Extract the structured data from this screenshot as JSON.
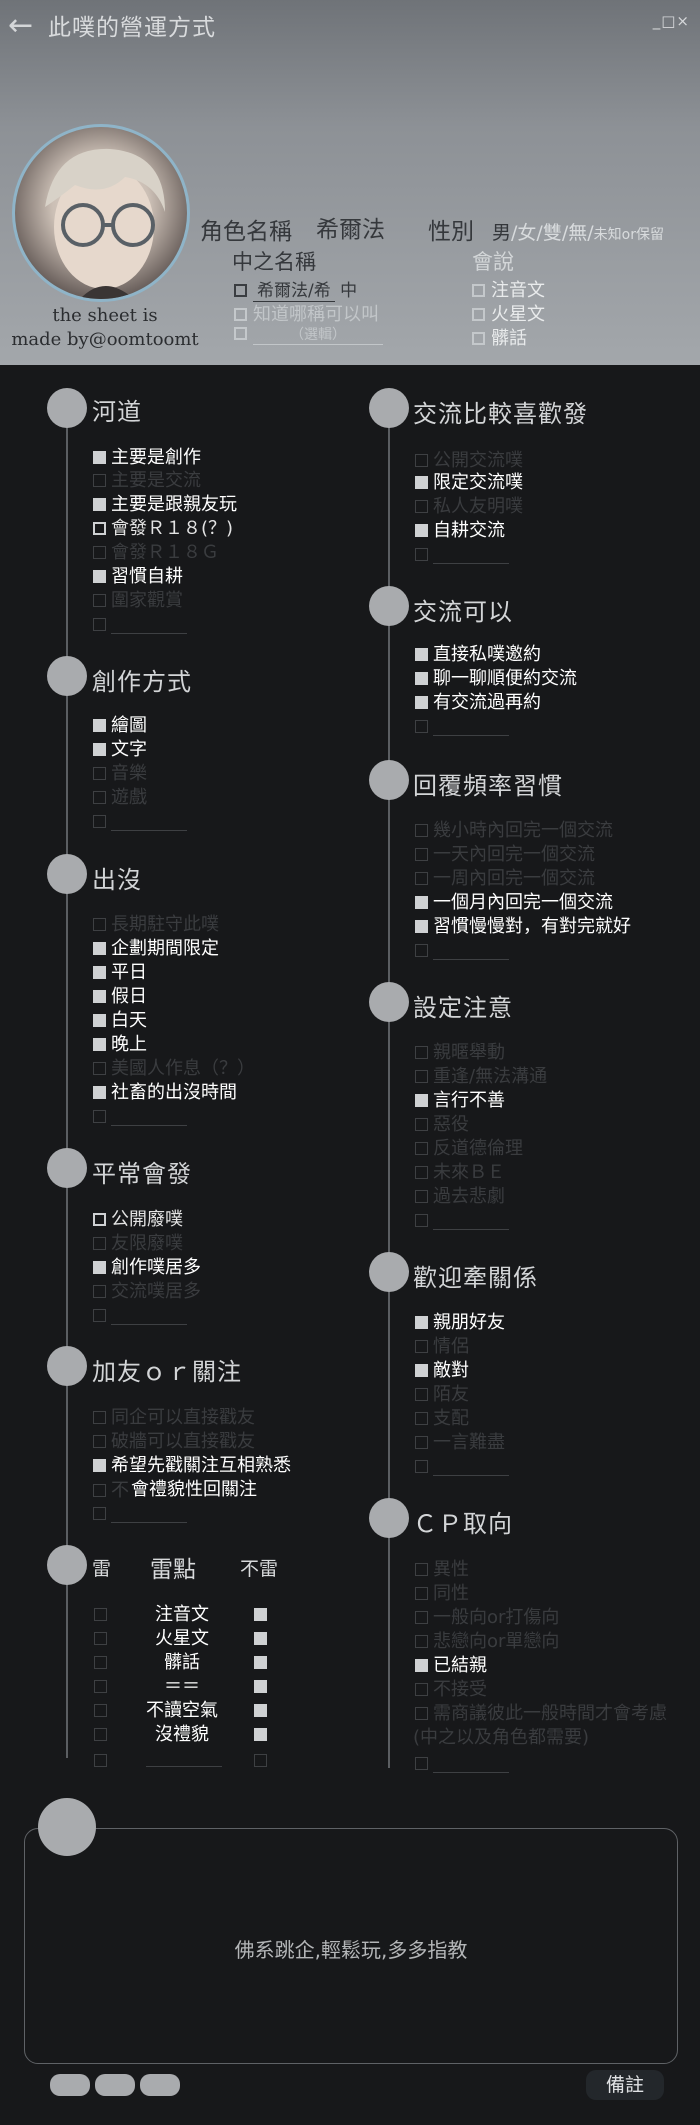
{
  "header": {
    "title": "此噗的營運方式",
    "back_icon": "←",
    "window_controls": "_□×",
    "credit_line1": "the sheet is",
    "credit_line2": "made by@oomtoomt",
    "role_label": "角色名稱",
    "role_value": "希爾法",
    "gender_label": "性別",
    "gender_selected": "男",
    "gender_options": "/女/雙/無/",
    "gender_unknown": "未知or保留",
    "zhong_label": "中之名稱",
    "zhong_value": "希爾法/希",
    "zhong_suffix": "中",
    "zhong_know": "知道哪稱可以叫",
    "zhong_note": "（選輯）",
    "skill_label": "會說",
    "skill_items": [
      "注音文",
      "火星文",
      "髒話"
    ]
  },
  "sections": {
    "hedao": {
      "title": "河道",
      "items": [
        "主要是創作",
        "主要是交流",
        "主要是跟親友玩",
        "會發Ｒ１８(？)",
        "會發Ｒ１８Ｇ",
        "習慣自耕",
        "圍家觀賞"
      ]
    },
    "chuangzuo": {
      "title": "創作方式",
      "items": [
        "繪圖",
        "文字",
        "音樂",
        "遊戲"
      ]
    },
    "chumo": {
      "title": "出沒",
      "items": [
        "長期駐守此噗",
        "企劃期間限定",
        "平日",
        "假日",
        "白天",
        "晚上",
        "美國人作息（？）",
        "社畜的出沒時間"
      ]
    },
    "pingchang": {
      "title": "平常會發",
      "items": [
        "公開廢噗",
        "友限廢噗",
        "創作噗居多",
        "交流噗居多"
      ]
    },
    "jiayou": {
      "title": "加友ｏｒ關注",
      "items": [
        "同企可以直接戳友",
        "破牆可以直接戳友",
        "希望先戳關注互相熟悉",
        "會禮貌性回關注",
        "不"
      ]
    },
    "jiaoliu_like": {
      "title": "交流比較喜歡發",
      "items": [
        "公開交流噗",
        "限定交流噗",
        "私人友明噗",
        "自耕交流"
      ]
    },
    "jiaoliu_ok": {
      "title": "交流可以",
      "items": [
        "直接私噗邀約",
        "聊一聊順便約交流",
        "有交流過再約"
      ]
    },
    "huifu": {
      "title": "回覆頻率習慣",
      "items": [
        "幾小時內回完一個交流",
        "一天內回完一個交流",
        "一周內回完一個交流",
        "一個月內回完一個交流",
        "習慣慢慢對，有對完就好"
      ]
    },
    "sheding": {
      "title": "設定注意",
      "items": [
        "親暱舉動",
        "重逢/無法溝通",
        "言行不善",
        "惡役",
        "反道德倫理",
        "未來ＢＥ",
        "過去悲劇"
      ]
    },
    "huanying": {
      "title": "歡迎牽關係",
      "items": [
        "親朋好友",
        "情侶",
        "敵對",
        "陌友",
        "支配",
        "一言難盡"
      ]
    },
    "cp": {
      "title": "ＣＰ取向",
      "items": [
        "異性",
        "同性",
        "一般向or打傷向",
        "悲戀向or單戀向",
        "已結親",
        "不接受",
        "需商議彼此一般時間才會考慮",
        "(中之以及角色都需要)"
      ]
    },
    "lei": {
      "title": "雷點",
      "left": "雷",
      "right": "不雷",
      "items": [
        "注音文",
        "火星文",
        "髒話",
        "＝＝",
        "不讀空氣",
        "沒禮貌"
      ]
    }
  },
  "notes": {
    "text": "佛系跳企,輕鬆玩,多多指教",
    "memo_label": "備註"
  }
}
